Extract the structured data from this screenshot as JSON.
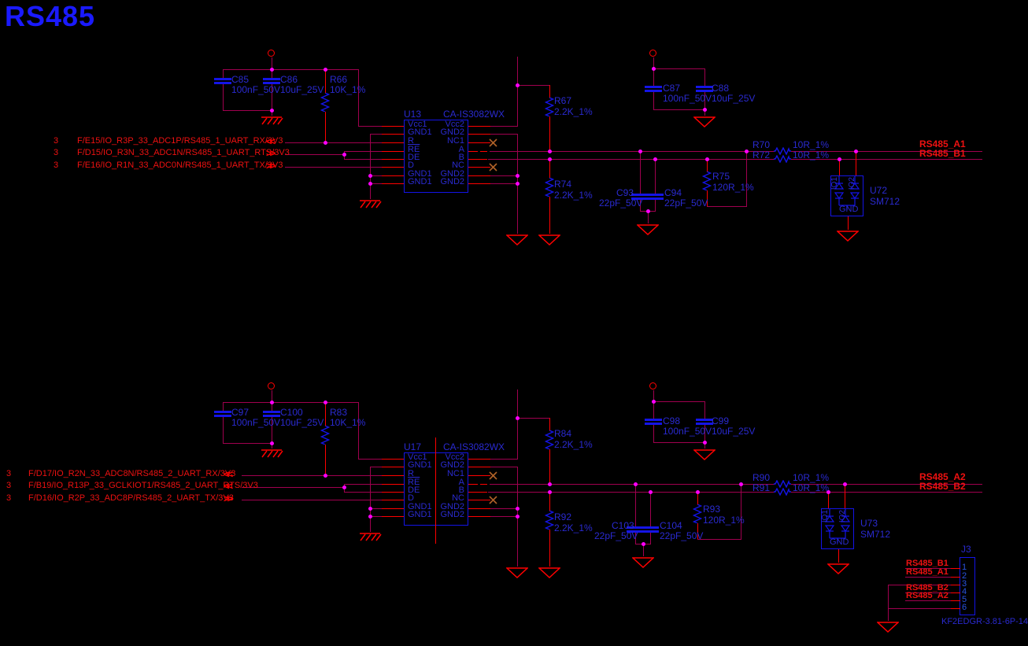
{
  "title": "RS485",
  "colors": {
    "background": "#000000",
    "wire": "#a0004f",
    "symbol_red": "#ff0000",
    "outline_blue": "#1414e6",
    "text_blue": "#2a2ad0",
    "label_red": "#ee1111",
    "junction": "#ff00ff",
    "nc_x": "#b06228",
    "title_blue": "#1a1aff",
    "pin_number_blue": "#2a55e0"
  },
  "circuit1": {
    "ports": [
      {
        "num": "3",
        "label": "F/E15/IO_R3P_33_ADC1P/RS485_1_UART_RX/3V3",
        "dir": "<<"
      },
      {
        "num": "3",
        "label": "F/D15/IO_R3N_33_ADC1N/RS485_1_UART_RTS/3V3",
        "dir": ">>"
      },
      {
        "num": "3",
        "label": "F/E16/IO_R1N_33_ADC0N/RS485_1_UART_TX/3V3",
        "dir": ">>"
      }
    ],
    "ic": {
      "ref": "U13",
      "part": "CA-IS3082WX",
      "pins_left": [
        "Vcc1",
        "GND1",
        "R",
        "RE",
        "DE",
        "D",
        "GND1",
        "GND1"
      ],
      "pins_right": [
        "Vcc2",
        "GND2",
        "NC1",
        "A",
        "B",
        "NC",
        "GND2",
        "GND2"
      ]
    },
    "components": {
      "cap_left1": {
        "ref": "C85",
        "value": "100nF_50V"
      },
      "cap_left2": {
        "ref": "C86",
        "value": "10uF_25V"
      },
      "r_pull": {
        "ref": "R66",
        "value": "10K_1%"
      },
      "cap_right1": {
        "ref": "C87",
        "value": "100nF_50V"
      },
      "cap_right2": {
        "ref": "C88",
        "value": "10uF_25V"
      },
      "r_bias_a": {
        "ref": "R67",
        "value": "2.2K_1%"
      },
      "r_bias_b": {
        "ref": "R74",
        "value": "2.2K_1%"
      },
      "cap_a": {
        "ref": "C93",
        "value": "22pF_50V"
      },
      "cap_b": {
        "ref": "C94",
        "value": "22pF_50V"
      },
      "r_term": {
        "ref": "R75",
        "value": "120R_1%"
      },
      "r_ser_a": {
        "ref": "R70",
        "value": "10R_1%"
      },
      "r_ser_b": {
        "ref": "R72",
        "value": "10R_1%"
      }
    },
    "tvs": {
      "ref": "U72",
      "part": "SM712",
      "pin_io1": "IO1",
      "pin_io2": "IO2",
      "pin_gnd": "GND"
    },
    "nets": {
      "a": "RS485_A1",
      "b": "RS485_B1"
    }
  },
  "circuit2": {
    "ports": [
      {
        "num": "3",
        "label": "F/D17/IO_R2N_33_ADC8N/RS485_2_UART_RX/3V3",
        "dir": "<<"
      },
      {
        "num": "3",
        "label": "F/B19/IO_R13P_33_GCLKIOT1/RS485_2_UART_RTS/3V3",
        "dir": "<<"
      },
      {
        "num": "3",
        "label": "F/D16/IO_R2P_33_ADC8P/RS485_2_UART_TX/3V3",
        "dir": ">>"
      }
    ],
    "ic": {
      "ref": "U17",
      "part": "CA-IS3082WX",
      "pins_left": [
        "Vcc1",
        "GND1",
        "R",
        "RE",
        "DE",
        "D",
        "GND1",
        "GND1"
      ],
      "pins_right": [
        "Vcc2",
        "GND2",
        "NC1",
        "A",
        "B",
        "NC",
        "GND2",
        "GND2"
      ]
    },
    "components": {
      "cap_left1": {
        "ref": "C97",
        "value": "100nF_50V"
      },
      "cap_left2": {
        "ref": "C100",
        "value": "10uF_25V"
      },
      "r_pull": {
        "ref": "R83",
        "value": "10K_1%"
      },
      "cap_right1": {
        "ref": "C98",
        "value": "100nF_50V"
      },
      "cap_right2": {
        "ref": "C99",
        "value": "10uF_25V"
      },
      "r_bias_a": {
        "ref": "R84",
        "value": "2.2K_1%"
      },
      "r_bias_b": {
        "ref": "R92",
        "value": "2.2K_1%"
      },
      "cap_a": {
        "ref": "C103",
        "value": "22pF_50V"
      },
      "cap_b": {
        "ref": "C104",
        "value": "22pF_50V"
      },
      "r_term": {
        "ref": "R93",
        "value": "120R_1%"
      },
      "r_ser_a": {
        "ref": "R90",
        "value": "10R_1%"
      },
      "r_ser_b": {
        "ref": "R91",
        "value": "10R_1%"
      }
    },
    "tvs": {
      "ref": "U73",
      "part": "SM712",
      "pin_io1": "IO1",
      "pin_io2": "IO2",
      "pin_gnd": "GND"
    },
    "nets": {
      "a": "RS485_A2",
      "b": "RS485_B2"
    },
    "connector": {
      "ref": "J3",
      "part": "KF2EDGR-3.81-6P-14",
      "pins": [
        {
          "num": "1",
          "net": "RS485_B1"
        },
        {
          "num": "2",
          "net": "RS485_A1"
        },
        {
          "num": "3",
          "net": ""
        },
        {
          "num": "4",
          "net": "RS485_B2"
        },
        {
          "num": "5",
          "net": "RS485_A2"
        },
        {
          "num": "6",
          "net": ""
        }
      ]
    }
  }
}
